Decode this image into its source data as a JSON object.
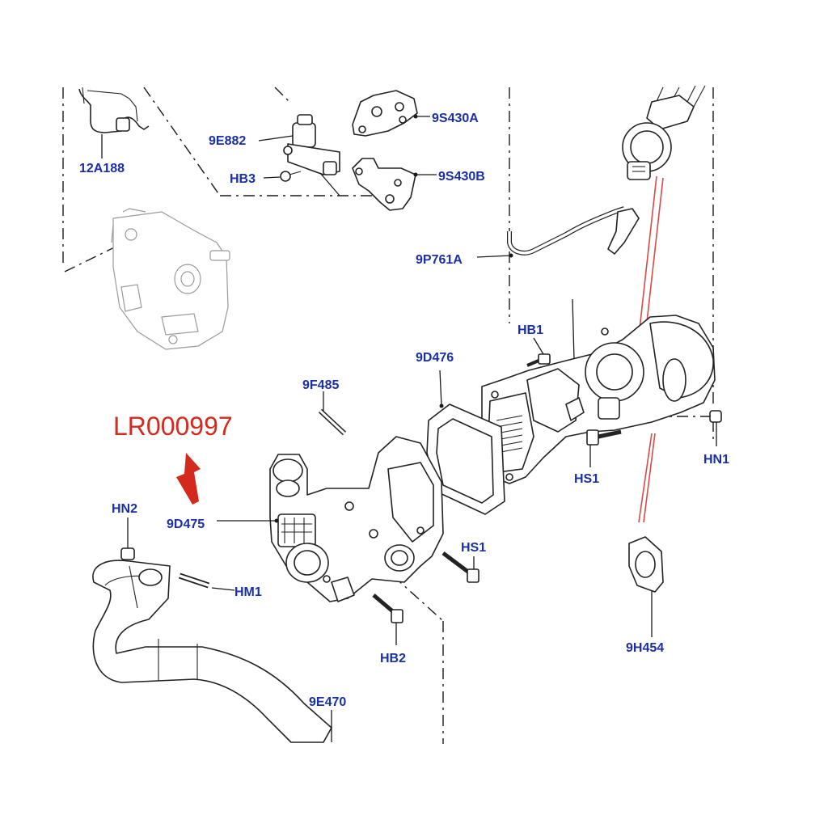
{
  "callout": {
    "text": "LR000997",
    "color": "#d42a1e"
  },
  "labels": {
    "12A188": "12A188",
    "9E882": "9E882",
    "HB3": "HB3",
    "9S430A": "9S430A",
    "9S430B": "9S430B",
    "9P761A": "9P761A",
    "HB1": "HB1",
    "9D476": "9D476",
    "9F485": "9F485",
    "HS1_top": "HS1",
    "HN1": "HN1",
    "HN2": "HN2",
    "9D475": "9D475",
    "HS1_bottom": "HS1",
    "HM1": "HM1",
    "HB2": "HB2",
    "9H454": "9H454",
    "9E470": "9E470"
  },
  "colors": {
    "label": "#1a2fa8",
    "arrow": "#d42a1e",
    "line": "#1a1a1a"
  }
}
